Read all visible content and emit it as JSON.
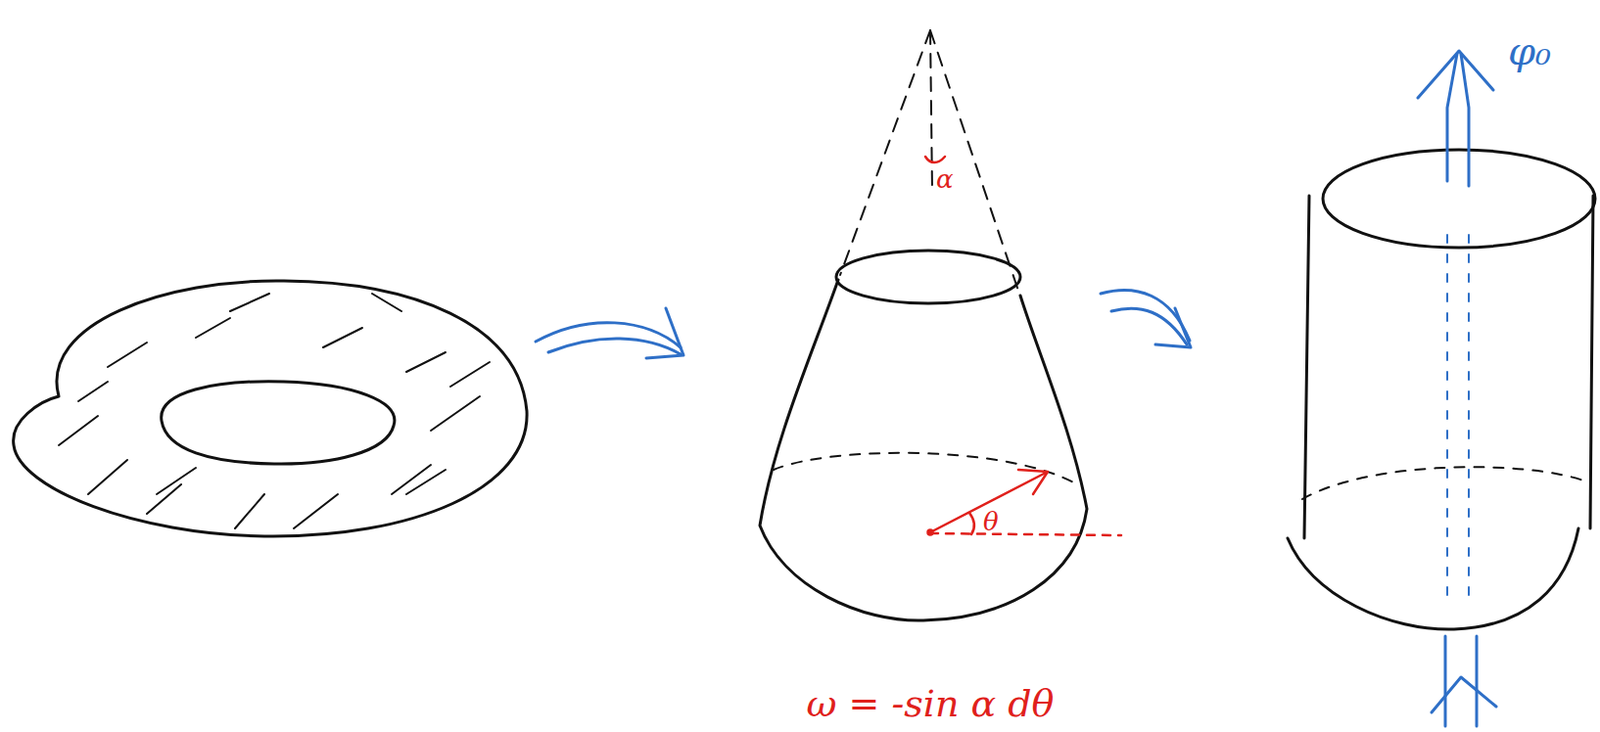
{
  "diagram": {
    "labels": [
      "α",
      "θ",
      "ω = -sin α dθ",
      "φ₀"
    ]
  }
}
